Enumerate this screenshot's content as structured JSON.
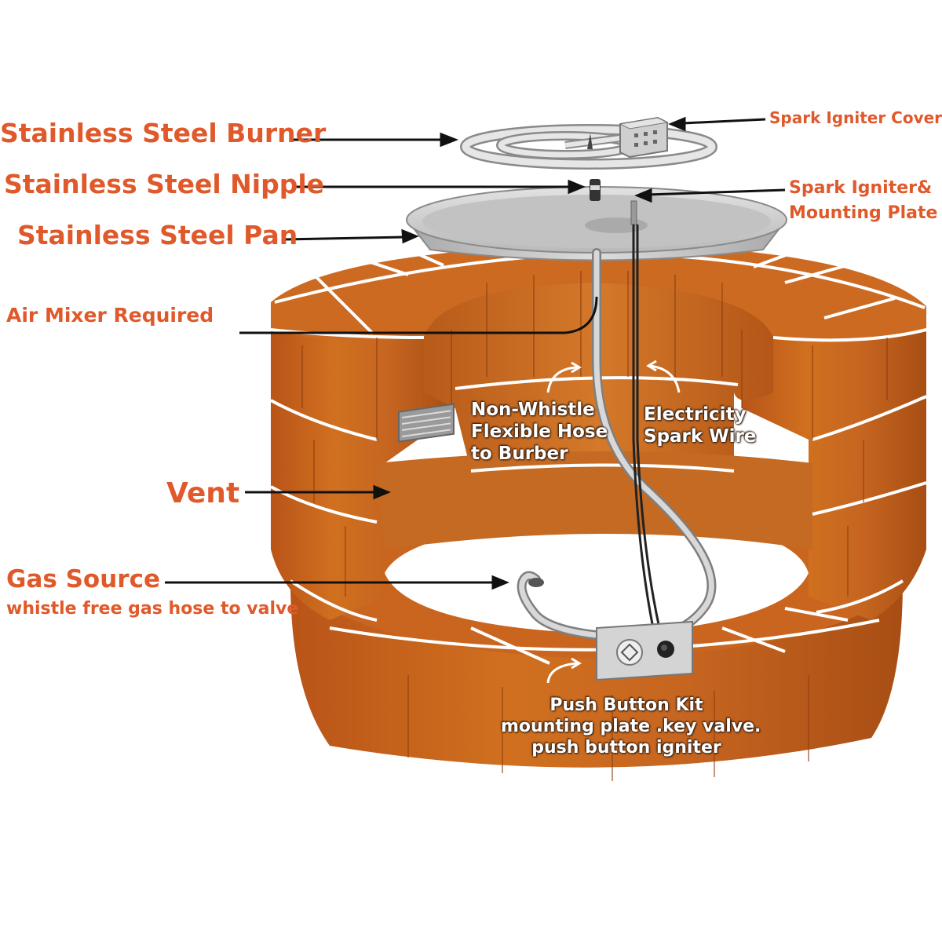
{
  "labels": {
    "burner": "Stainless Steel Burner",
    "nipple": "Stainless Steel Nipple",
    "pan": "Stainless Steel Pan",
    "air_mixer": "Air Mixer Required",
    "vent": "Vent",
    "gas_source": "Gas Source",
    "gas_source_sub": "whistle free gas hose to valve",
    "igniter_cover": "Spark Igniter Cover",
    "igniter_plate_1": "Spark Igniter&",
    "igniter_plate_2": "Mounting Plate",
    "hose_1": "Non-Whistle",
    "hose_2": "Flexible Hose",
    "hose_3": "to Burber",
    "wire_1": "Electricity",
    "wire_2": "Spark Wire",
    "kit_1": "Push Button Kit",
    "kit_2": "mounting plate .key valve.",
    "kit_3": "push button igniter"
  },
  "colors": {
    "label_orange": "#e0592a",
    "brick": "#c9651f",
    "brick_dark": "#a84e14",
    "steel": "#c8c8c8",
    "mortar": "#ffffff"
  }
}
